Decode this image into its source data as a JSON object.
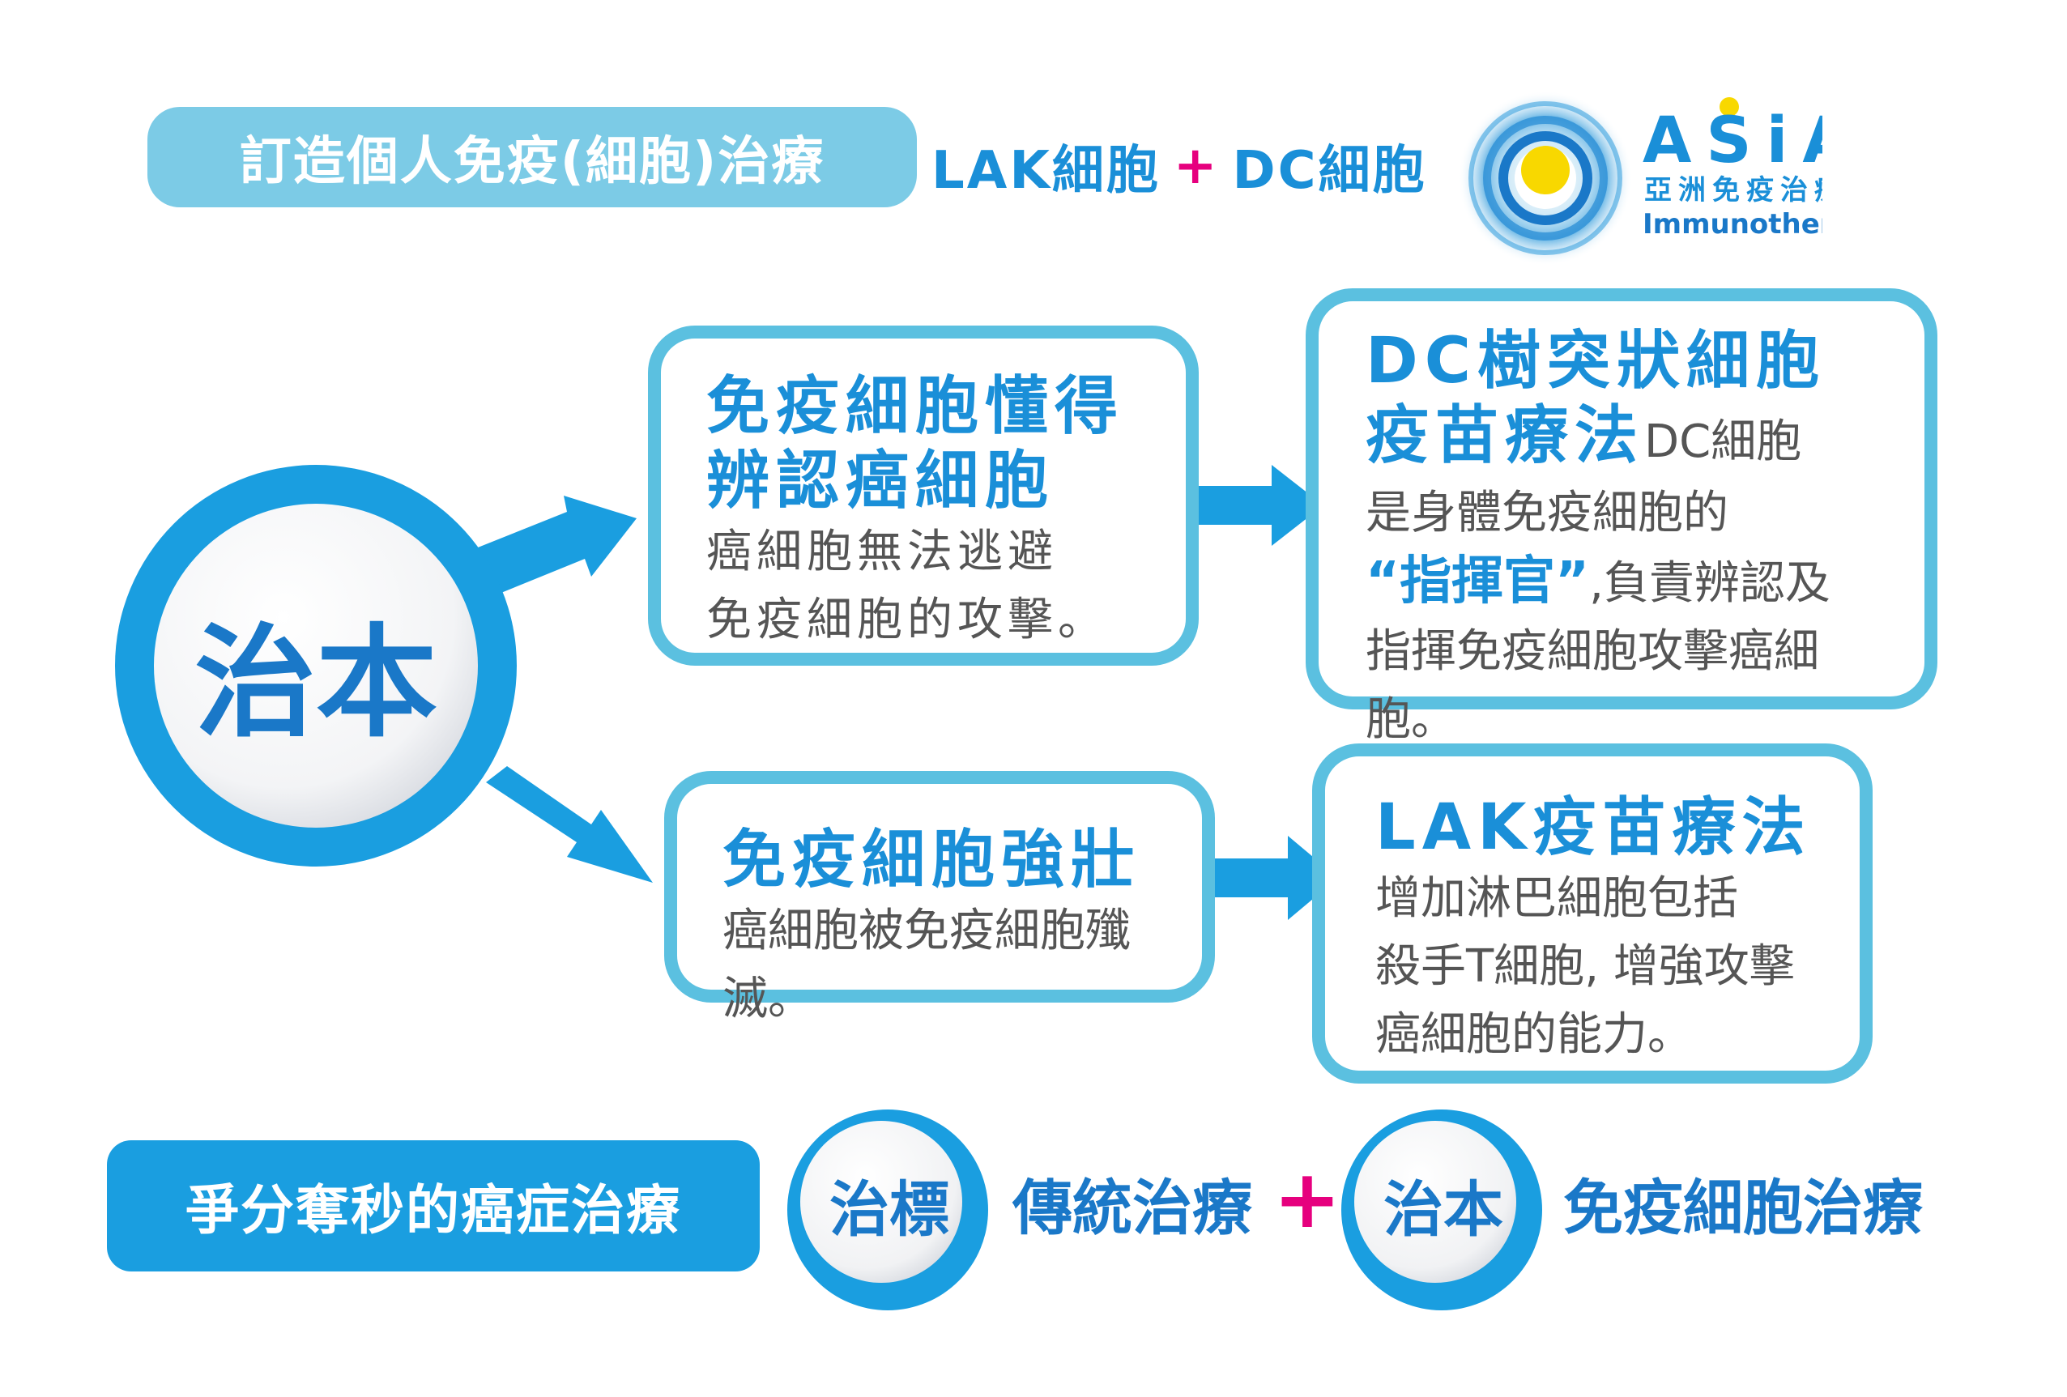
{
  "header": {
    "title": "訂造個人免疫(細胞)治療",
    "formula_left": "LAK細胞",
    "formula_plus": "+",
    "formula_right": "DC細胞"
  },
  "logo": {
    "name_letters": [
      "A",
      "S",
      "i",
      "A"
    ],
    "subtitle_cn": "亞洲免疫治療",
    "subtitle_en": "Immunotherapy"
  },
  "center": {
    "label": "治本"
  },
  "boxes": {
    "box1": {
      "heading_line1": "免疫細胞懂得",
      "heading_line2": "辨認癌細胞",
      "body_line1": "癌細胞無法逃避",
      "body_line2": "免疫細胞的攻擊。"
    },
    "box2": {
      "heading_line1": "DC樹突狀細胞",
      "heading_line2": "疫苗療法",
      "inline_suffix": "DC細胞",
      "body_line1": "是身體免疫細胞的",
      "commander": "“指揮官”",
      "body_line2_rest": ",負責辨認及",
      "body_line3": "指揮免疫細胞攻擊癌細胞。"
    },
    "box3": {
      "heading": "免疫細胞強壯",
      "body": "癌細胞被免疫細胞殲滅。"
    },
    "box4": {
      "heading": "LAK疫苗療法",
      "body_line1": "增加淋巴細胞包括",
      "body_line2": "殺手T細胞, 增強攻擊",
      "body_line3": "癌細胞的能力。"
    }
  },
  "footer": {
    "pill": "爭分奪秒的癌症治療",
    "circle1": "治標",
    "text1": "傳統治療",
    "plus": "+",
    "circle2": "治本",
    "text2": "免疫細胞治療"
  },
  "colors": {
    "primary_blue": "#1a8fd8",
    "dark_blue": "#1a78c8",
    "light_blue": "#7ccbe6",
    "border_blue": "#5bc0e0",
    "accent_pink": "#e6007e",
    "logo_yellow": "#f8d800"
  }
}
